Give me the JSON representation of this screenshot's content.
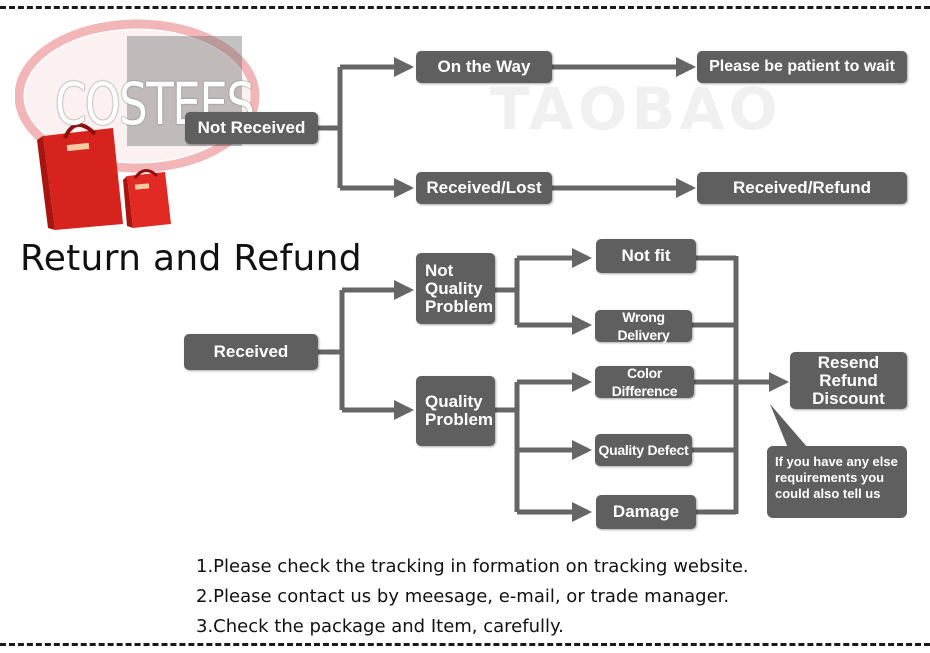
{
  "logo": {
    "text": "COSTEES"
  },
  "title": "Return and Refund",
  "nodes": {
    "not_received": "Not Received",
    "on_the_way": "On the Way",
    "please_wait": "Please be patient to wait",
    "received_lost": "Received/Lost",
    "received_refund": "Received/Refund",
    "received": "Received",
    "not_quality_problem": "Not\nQuality\nProblem",
    "quality_problem": "Quality\nProblem",
    "not_fit": "Not fit",
    "wrong_delivery": "Wrong Delivery",
    "color_difference": "Color Difference",
    "quality_defect": "Quality Defect",
    "damage": "Damage",
    "resend_refund_discount": "Resend\nRefund\nDiscount"
  },
  "note_bubble": "If you have any else\nrequirements you\ncould also tell us",
  "instructions": [
    "1.Please check the tracking in formation on tracking website.",
    "2.Please contact us by meesage, e-mail, or trade manager.",
    "3.Check the package and Item, carefully."
  ],
  "colors": {
    "box": "#5f5f5f",
    "arrow": "#666666",
    "logo_ring": "#f2b5b8",
    "bag": "#d7231e"
  }
}
